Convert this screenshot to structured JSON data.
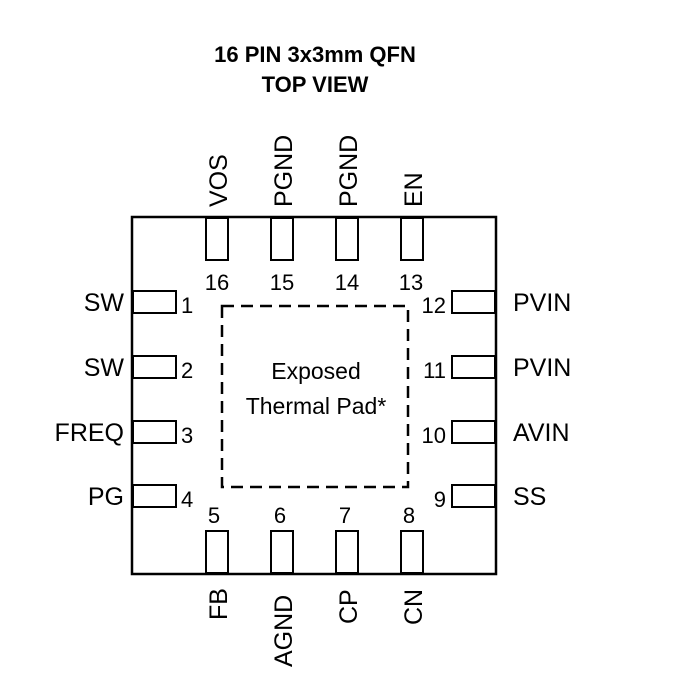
{
  "title": {
    "line1": "16 PIN 3x3mm QFN",
    "line2": "TOP VIEW"
  },
  "thermal_pad": {
    "line1": "Exposed",
    "line2": "Thermal Pad*"
  },
  "pins": {
    "top": [
      {
        "number": "16",
        "name": "VOS"
      },
      {
        "number": "15",
        "name": "PGND"
      },
      {
        "number": "14",
        "name": "PGND"
      },
      {
        "number": "13",
        "name": "EN"
      }
    ],
    "left": [
      {
        "number": "1",
        "name": "SW"
      },
      {
        "number": "2",
        "name": "SW"
      },
      {
        "number": "3",
        "name": "FREQ"
      },
      {
        "number": "4",
        "name": "PG"
      }
    ],
    "right": [
      {
        "number": "12",
        "name": "PVIN"
      },
      {
        "number": "11",
        "name": "PVIN"
      },
      {
        "number": "10",
        "name": "AVIN"
      },
      {
        "number": "9",
        "name": "SS"
      }
    ],
    "bottom": [
      {
        "number": "5",
        "name": "FB"
      },
      {
        "number": "6",
        "name": "AGND"
      },
      {
        "number": "7",
        "name": "CP"
      },
      {
        "number": "8",
        "name": "CN"
      }
    ]
  }
}
